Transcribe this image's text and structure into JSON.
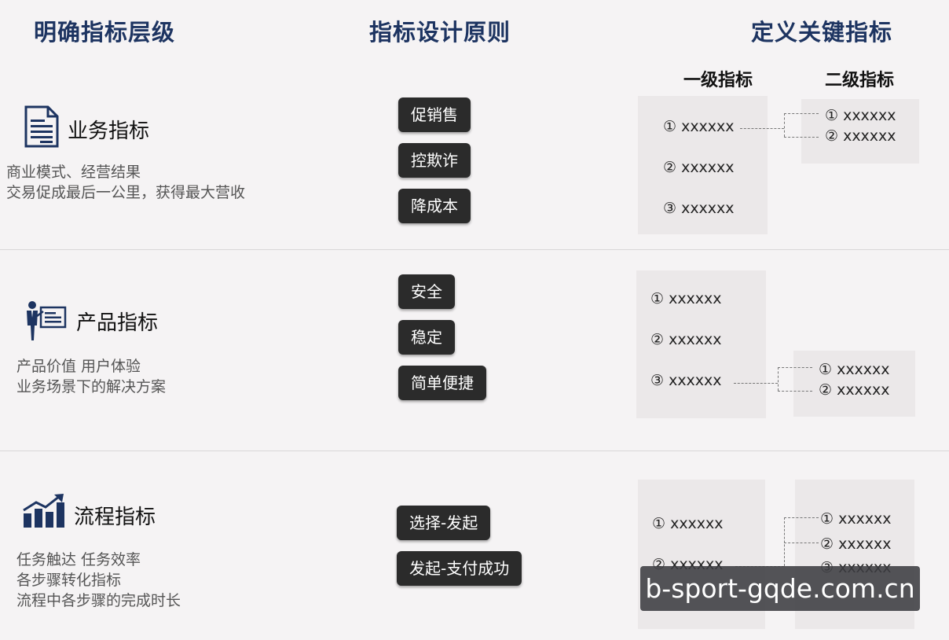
{
  "headers": {
    "col1": "明确指标层级",
    "col2": "指标设计原则",
    "col3": "定义关键指标",
    "level1": "一级指标",
    "level2": "二级指标"
  },
  "rows": [
    {
      "title": "业务指标",
      "desc": [
        "商业模式、经营结果",
        "交易促成最后一公里，获得最大营收"
      ],
      "tags": [
        "促销售",
        "控欺诈",
        "降成本"
      ],
      "level1": [
        "① xxxxxx",
        "② xxxxxx",
        "③ xxxxxx"
      ],
      "level2": [
        "① xxxxxx",
        "② xxxxxx"
      ]
    },
    {
      "title": "产品指标",
      "desc": [
        "产品价值  用户体验",
        "业务场景下的解决方案"
      ],
      "tags": [
        "安全",
        "稳定",
        "简单便捷"
      ],
      "level1": [
        "① xxxxxx",
        "② xxxxxx",
        "③ xxxxxx"
      ],
      "level2": [
        "① xxxxxx",
        "② xxxxxx"
      ]
    },
    {
      "title": "流程指标",
      "desc": [
        "任务触达  任务效率",
        "各步骤转化指标",
        "流程中各步骤的完成时长"
      ],
      "tags": [
        "选择-发起",
        "发起-支付成功"
      ],
      "level1": [
        "① xxxxxx",
        "② xxxxxx"
      ],
      "level2": [
        "① xxxxxx",
        "② xxxxxx",
        "③ xxxxxx"
      ]
    }
  ],
  "watermark": "b-sport-gqde.com.cn",
  "icons": [
    "document-icon",
    "presenter-icon",
    "growth-chart-icon"
  ],
  "colors": {
    "heading": "#1d3461",
    "tag_bg": "#2b2b2b",
    "panel_bg": "#ebe8e9"
  }
}
